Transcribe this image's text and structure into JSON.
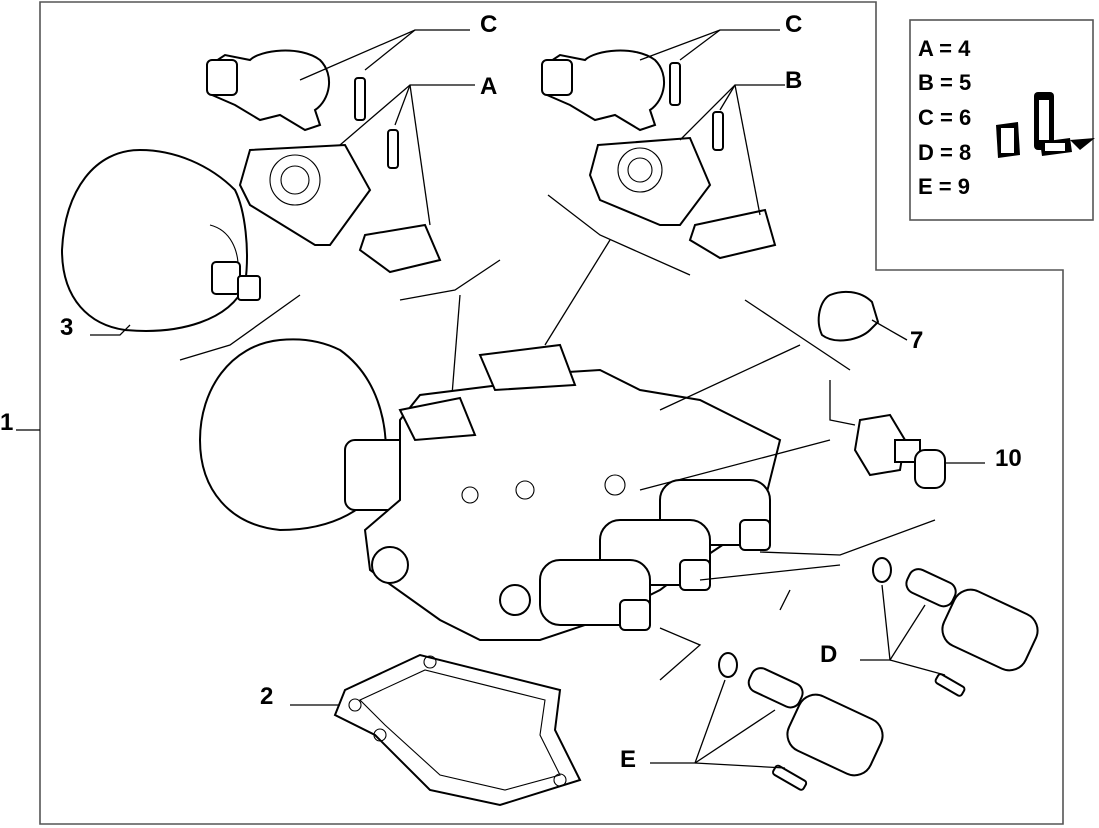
{
  "diagram": {
    "type": "exploded-parts-diagram",
    "callouts": {
      "item_1": "1",
      "item_2": "2",
      "item_3": "3",
      "item_7": "7",
      "item_10": "10",
      "C_left": "C",
      "C_right": "C",
      "A": "A",
      "B": "B",
      "D": "D",
      "E": "E"
    },
    "legend": [
      {
        "key": "A = 4"
      },
      {
        "key": "B = 5"
      },
      {
        "key": "C = 6"
      },
      {
        "key": "D = 8"
      },
      {
        "key": "E = 9"
      }
    ],
    "legend_icon": "parts-kit-icon"
  }
}
